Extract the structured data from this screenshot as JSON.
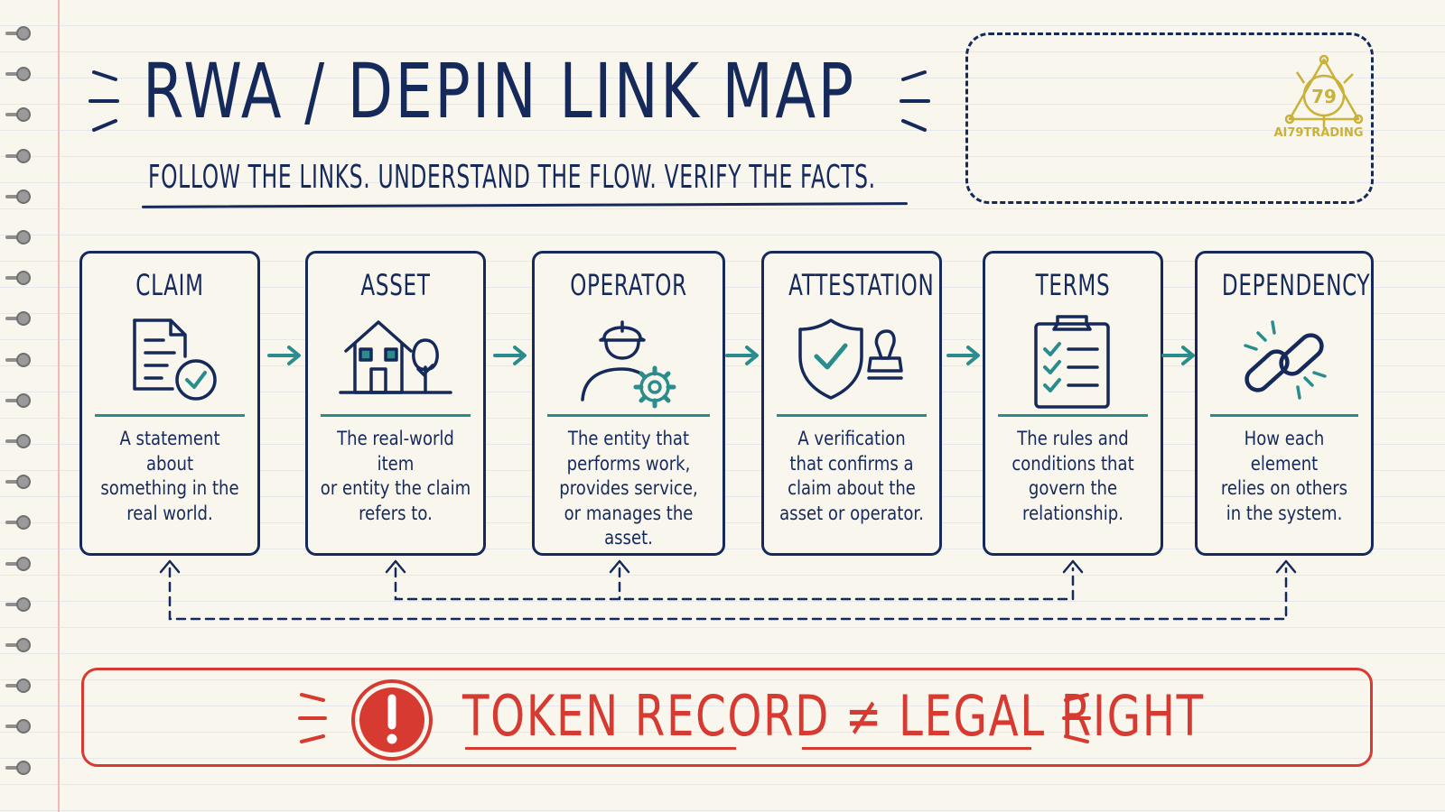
{
  "header": {
    "title": "RWA / DEPIN LINK MAP",
    "tagline": "FOLLOW THE LINKS. UNDERSTAND THE FLOW. VERIFY THE FACTS."
  },
  "brand": {
    "logo_text": "AI79TRADING",
    "logo_number": "79",
    "gold": "#c9b13a"
  },
  "colors": {
    "ink": "#15295a",
    "teal": "#2a8c8c",
    "alert": "#d63a31",
    "paper": "#f9f6ee"
  },
  "cards": [
    {
      "title": "CLAIM",
      "icon": "document-check-icon",
      "desc": "A statement about\nsomething in the\nreal world."
    },
    {
      "title": "ASSET",
      "icon": "house-tree-icon",
      "desc": "The real-world item\nor entity the claim\nrefers to."
    },
    {
      "title": "OPERATOR",
      "icon": "worker-gear-icon",
      "desc": "The entity that\nperforms work,\nprovides service,\nor manages the\nasset."
    },
    {
      "title": "ATTESTATION",
      "icon": "shield-stamp-icon",
      "desc": "A verification\nthat confirms a\nclaim about the\nasset or operator."
    },
    {
      "title": "TERMS",
      "icon": "clipboard-checklist-icon",
      "desc": "The rules and\nconditions that\ngovern the\nrelationship."
    },
    {
      "title": "DEPENDENCY",
      "icon": "broken-chain-icon",
      "desc": "How each element\nrelies on others\nin the system."
    }
  ],
  "warning": {
    "icon": "exclamation-icon",
    "left": "TOKEN RECORD",
    "symbol": "≠",
    "right": "LEGAL RIGHT"
  }
}
